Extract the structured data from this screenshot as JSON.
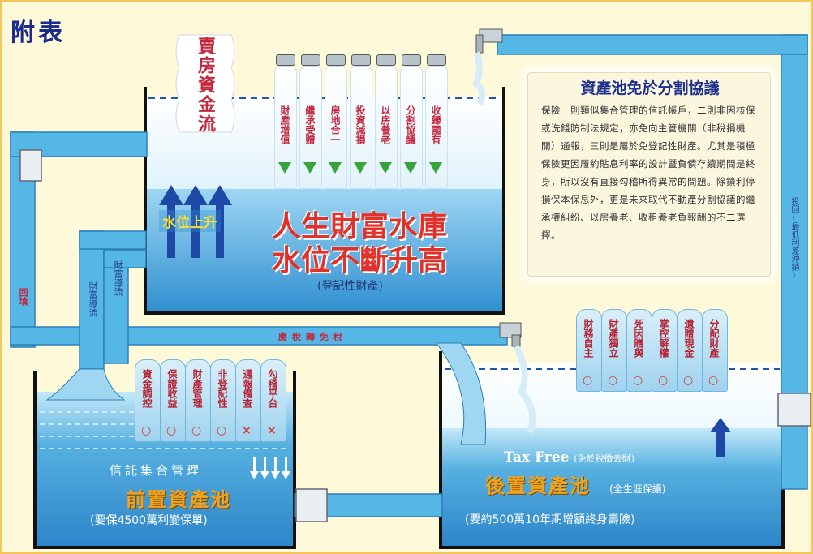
{
  "page_title": "附表",
  "selling_flow_label": "賣房資金流",
  "water_rise_label": "水位上升",
  "reservoir": {
    "title_line1": "人生財富水庫",
    "title_line2": "水位不斷升高",
    "subtitle": "(登記性財產)",
    "faucets": [
      "財產增值",
      "繼承受贈",
      "房地合一",
      "投資減損",
      "以房養老",
      "分割協議",
      "收歸國有"
    ]
  },
  "note": {
    "title": "資產池免於分割協議",
    "body": "保險一則類似集合管理的信託帳戶，二則非因核保或洗錢防制法規定，亦免向主管機關（非稅捐機關）通報，三則是屬於免登記性財產。尤其是積極保險更因履約貼息利率的設計暨負債存續期間是終身，所以沒有直接勾稽所得異常的問題。除鎖利停損保本保息外，更是未來取代不動產分割協議的繼承權糾紛、以房養老、收租養老負報酬的不二選擇。"
  },
  "pipes": {
    "left_return": "回填",
    "left_flow": "財富導流",
    "mid_flow": "財富導流",
    "horizontal": "應稅轉免稅",
    "right_return": "投回(最低利差沖銷)"
  },
  "front_pool": {
    "label_top": "信託集合管理",
    "title": "前置資產池",
    "subtitle": "(要保4500萬利變保單)",
    "columns": [
      {
        "text": "資金調控",
        "mark": "○"
      },
      {
        "text": "保證收益",
        "mark": "○"
      },
      {
        "text": "財產管理",
        "mark": "○"
      },
      {
        "text": "非登記性",
        "mark": "○"
      },
      {
        "text": "通報備查",
        "mark": "×"
      },
      {
        "text": "勾稽平台",
        "mark": "×"
      }
    ]
  },
  "rear_pool": {
    "label_top": "Tax Free",
    "label_top_note": "(免於稅徵去財)",
    "title": "後置資產池",
    "title_note": "(全生涯保護)",
    "subtitle": "(要約500萬10年期增額終身壽險)",
    "columns": [
      {
        "text": "財務自主",
        "mark": "○"
      },
      {
        "text": "財產獨立",
        "mark": "○"
      },
      {
        "text": "死因贈與",
        "mark": "○"
      },
      {
        "text": "掌控解權",
        "mark": "○"
      },
      {
        "text": "遺贈現金",
        "mark": "○"
      },
      {
        "text": "分配財產",
        "mark": "○"
      }
    ]
  },
  "colors": {
    "water_dark": "#2f8fd0",
    "water_light": "#bfe6f8",
    "pipe": "#4fb3e4",
    "red": "#e0322a",
    "navy": "#1d2b8c",
    "orange": "#e39b1c"
  }
}
